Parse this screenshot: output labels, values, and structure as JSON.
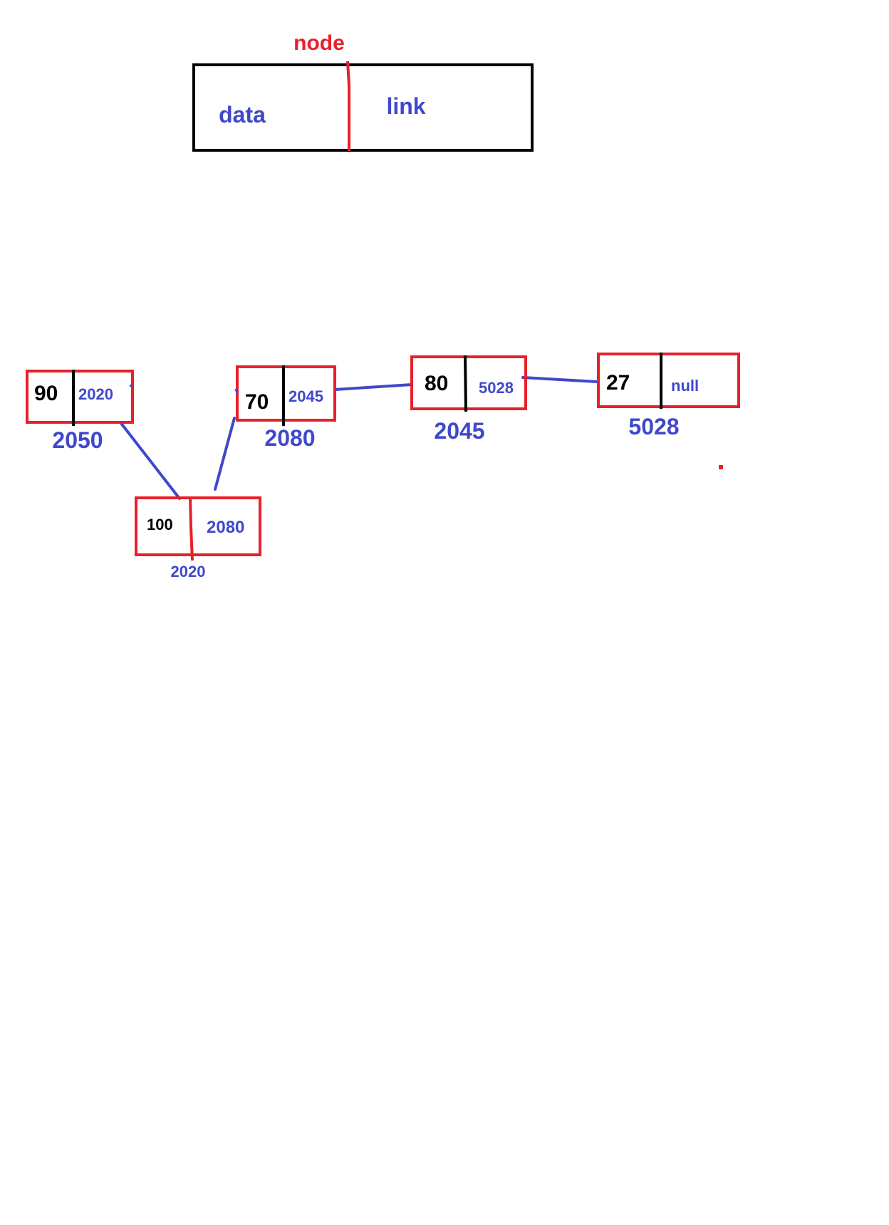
{
  "legend_node": {
    "title": "node",
    "data_label": "data",
    "link_label": "link"
  },
  "nodes": [
    {
      "id": "n2050",
      "data": "90",
      "link": "2020",
      "address": "2050"
    },
    {
      "id": "n2020",
      "data": "100",
      "link": "2080",
      "address": "2020"
    },
    {
      "id": "n2080",
      "data": "70",
      "link": "2045",
      "address": "2080"
    },
    {
      "id": "n2045",
      "data": "80",
      "link": "5028",
      "address": "2045"
    },
    {
      "id": "n5028",
      "data": "27",
      "link": "null",
      "address": "5028"
    }
  ],
  "edges": [
    {
      "from": "n2050",
      "to": "n2020"
    },
    {
      "from": "n2020",
      "to": "n2080"
    },
    {
      "from": "n2080",
      "to": "n2045"
    },
    {
      "from": "n2045",
      "to": "n5028"
    }
  ],
  "colors": {
    "box_border_red": "#e8202a",
    "label_red": "#e8202a",
    "blue_text": "#3f48cc",
    "divider_black": "#000000",
    "connector_blue": "#3f48cc",
    "legend_border": "#000000"
  }
}
